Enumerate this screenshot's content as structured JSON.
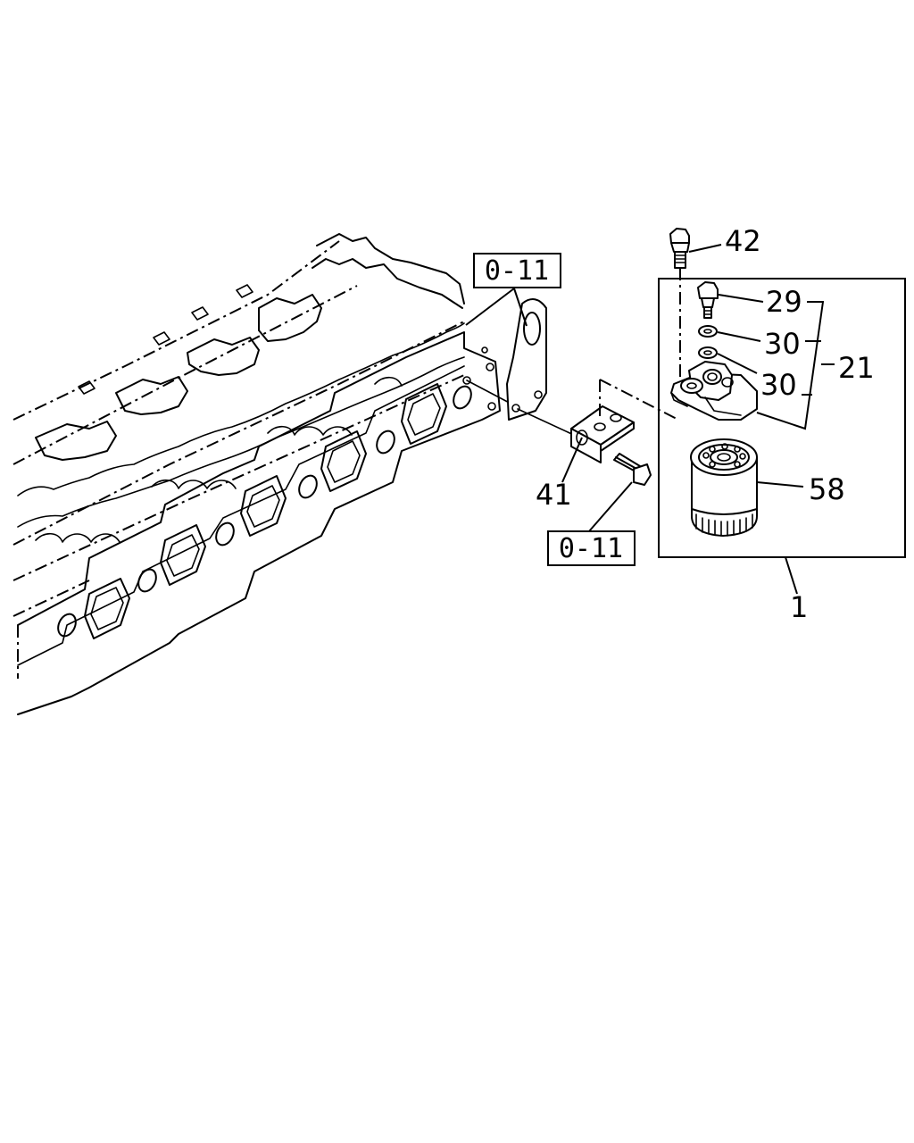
{
  "callouts": {
    "c42": "42",
    "c29": "29",
    "c30a": "30",
    "c30b": "30",
    "c21": "21",
    "c58": "58",
    "c41": "41",
    "c1": "1"
  },
  "refs": {
    "top": "0-11",
    "bottom": "0-11"
  }
}
